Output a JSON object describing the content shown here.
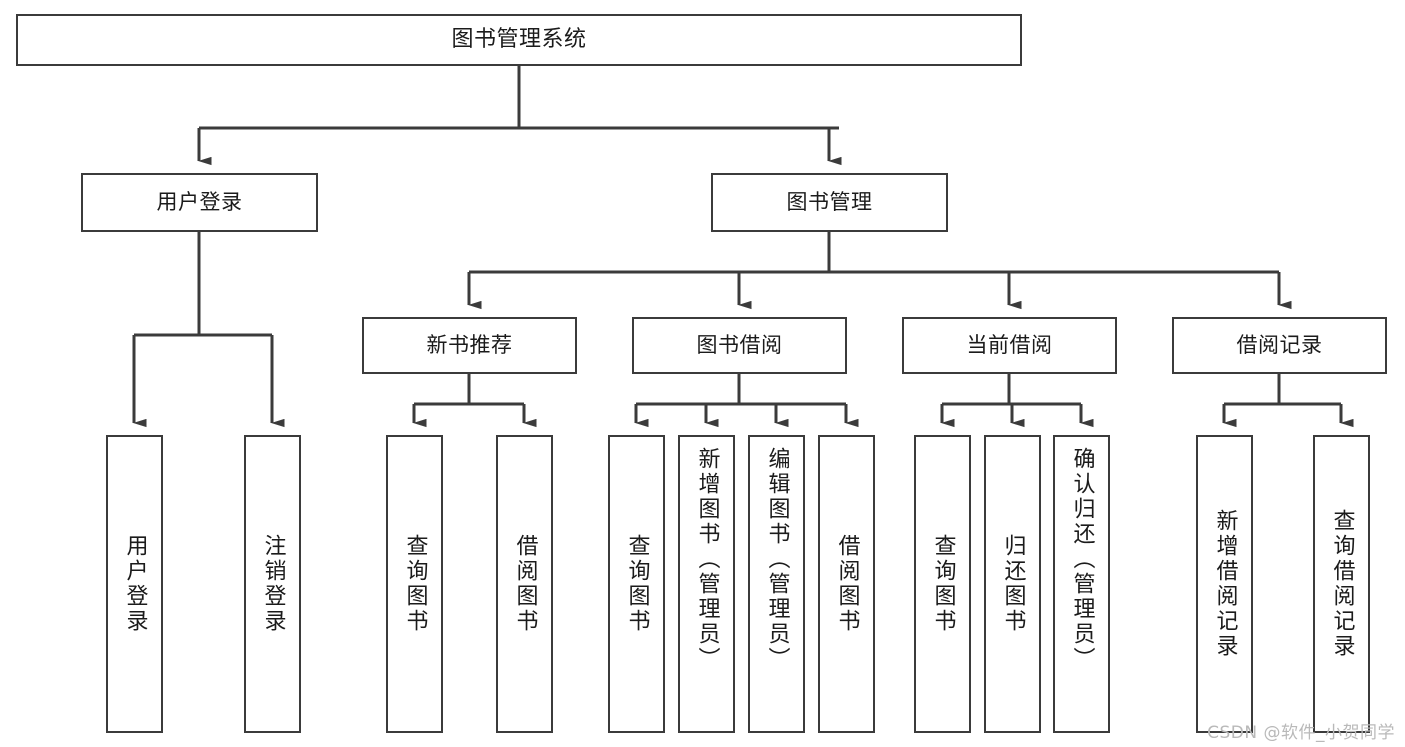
{
  "diagram": {
    "type": "tree",
    "title": "图书管理系统",
    "watermark": "CSDN @软件_小贺同学",
    "colors": {
      "border": "#3b3b3b",
      "background": "#ffffff",
      "text": "#1b1b1b",
      "edge": "#3b3b3b",
      "watermark": "#b9b9b9"
    },
    "root": {
      "label": "图书管理系统"
    },
    "level1": [
      {
        "label": "用户登录"
      },
      {
        "label": "图书管理"
      }
    ],
    "level2": [
      {
        "label": "新书推荐"
      },
      {
        "label": "图书借阅"
      },
      {
        "label": "当前借阅"
      },
      {
        "label": "借阅记录"
      }
    ],
    "leaves": {
      "user_login": [
        {
          "label": "用户登录"
        },
        {
          "label": "注销登录"
        }
      ],
      "new_book": [
        {
          "label": "查询图书"
        },
        {
          "label": "借阅图书"
        }
      ],
      "book_borrow": [
        {
          "label": "查询图书"
        },
        {
          "label": "新增图书（管理员）"
        },
        {
          "label": "编辑图书（管理员）"
        },
        {
          "label": "借阅图书"
        }
      ],
      "current_borrow": [
        {
          "label": "查询图书"
        },
        {
          "label": "归还图书"
        },
        {
          "label": "确认归还（管理员）"
        }
      ],
      "borrow_record": [
        {
          "label": "新增借阅记录"
        },
        {
          "label": "查询借阅记录"
        }
      ]
    }
  }
}
